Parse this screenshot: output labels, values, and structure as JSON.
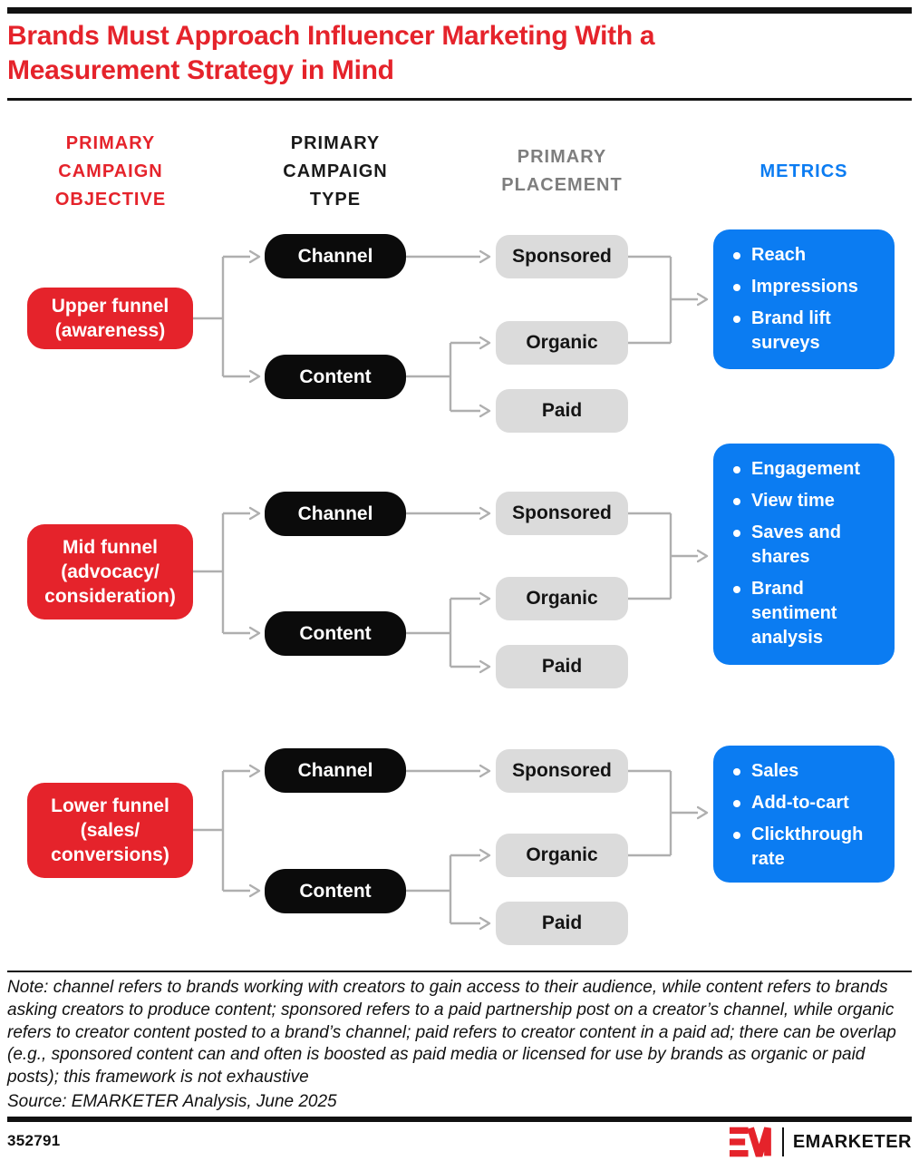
{
  "title": "Brands Must Approach Influencer Marketing With a\nMeasurement Strategy in Mind",
  "columns": [
    {
      "label": "PRIMARY\nCAMPAIGN\nOBJECTIVE",
      "color": "#E5232B"
    },
    {
      "label": "PRIMARY\nCAMPAIGN\nTYPE",
      "color": "#1A1A1A"
    },
    {
      "label": "PRIMARY\nPLACEMENT",
      "color": "#7E7E7E"
    },
    {
      "label": "METRICS",
      "color": "#0B7CF2"
    }
  ],
  "groups": [
    {
      "objective": "Upper funnel\n(awareness)",
      "types": [
        "Channel",
        "Content"
      ],
      "placements": [
        "Sponsored",
        "Organic",
        "Paid"
      ],
      "metrics": [
        "Reach",
        "Impressions",
        "Brand lift surveys"
      ]
    },
    {
      "objective": "Mid funnel\n(advocacy/\nconsideration)",
      "types": [
        "Channel",
        "Content"
      ],
      "placements": [
        "Sponsored",
        "Organic",
        "Paid"
      ],
      "metrics": [
        "Engagement",
        "View time",
        "Saves and shares",
        "Brand sentiment analysis"
      ]
    },
    {
      "objective": "Lower funnel\n(sales/\nconversions)",
      "types": [
        "Channel",
        "Content"
      ],
      "placements": [
        "Sponsored",
        "Organic",
        "Paid"
      ],
      "metrics": [
        "Sales",
        "Add-to-cart",
        "Clickthrough rate"
      ]
    }
  ],
  "note": "Note: channel refers to brands working with creators to gain access to their audience, while content refers to brands asking creators to produce content; sponsored refers to a paid partnership post on a creator’s channel, while organic refers to creator content posted to a brand’s channel; paid refers to creator content in a paid ad; there can be overlap (e.g., sponsored content can and often is boosted as paid media or licensed for use by brands as organic or paid posts); this framework is not exhaustive",
  "source": "Source: EMARKETER Analysis, June 2025",
  "chart_id": "352791",
  "brand": {
    "wordmark": "EMARKETER"
  },
  "colors": {
    "red": "#E5232B",
    "blue": "#0B7CF2",
    "gray_box": "#DBDBDB",
    "black_box": "#0B0B0B",
    "connector": "#AFAFAF"
  }
}
